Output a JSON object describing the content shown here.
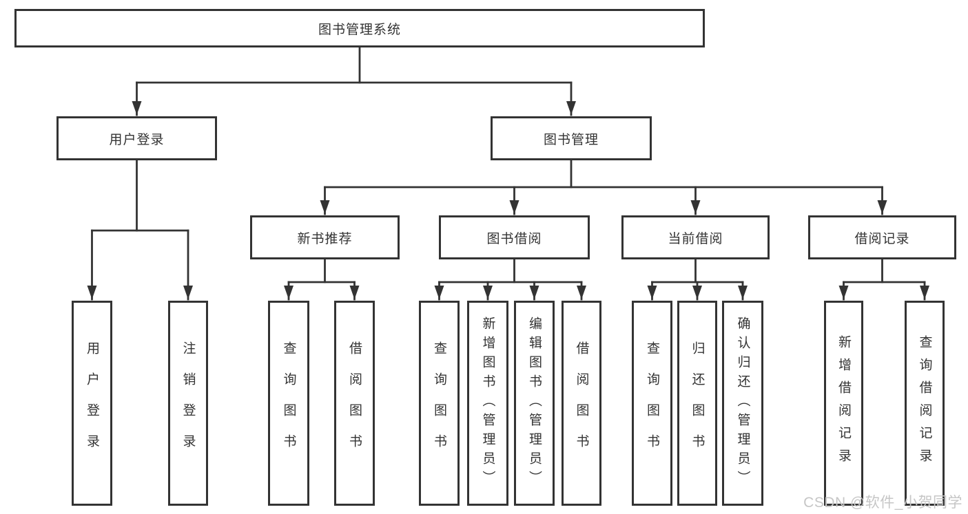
{
  "title": "图书管理系统",
  "tree": {
    "id": "system",
    "label": "图书管理系统",
    "children": [
      {
        "id": "user-login",
        "label": "用户登录",
        "children": [
          {
            "id": "login",
            "label": "用户登录"
          },
          {
            "id": "logout",
            "label": "注销登录"
          }
        ]
      },
      {
        "id": "book-manage",
        "label": "图书管理",
        "children": [
          {
            "id": "new-book-recommend",
            "label": "新书推荐",
            "children": [
              {
                "id": "nbr-query-book",
                "label": "查询图书"
              },
              {
                "id": "nbr-borrow-book",
                "label": "借阅图书"
              }
            ]
          },
          {
            "id": "book-borrow",
            "label": "图书借阅",
            "children": [
              {
                "id": "bb-query-book",
                "label": "查询图书"
              },
              {
                "id": "bb-add-book-admin",
                "label": "新增图书（管理员）"
              },
              {
                "id": "bb-edit-book-admin",
                "label": "编辑图书（管理员）"
              },
              {
                "id": "bb-borrow-book",
                "label": "借阅图书"
              }
            ]
          },
          {
            "id": "current-borrow",
            "label": "当前借阅",
            "children": [
              {
                "id": "cb-query-book",
                "label": "查询图书"
              },
              {
                "id": "cb-return-book",
                "label": "归还图书"
              },
              {
                "id": "cb-confirm-return-admin",
                "label": "确认归还（管理员）"
              }
            ]
          },
          {
            "id": "borrow-record",
            "label": "借阅记录",
            "children": [
              {
                "id": "br-add-record",
                "label": "新增借阅记录"
              },
              {
                "id": "br-query-record",
                "label": "查询借阅记录"
              }
            ]
          }
        ]
      }
    ]
  },
  "watermark": {
    "text": "CSDN @软件_小贺同学"
  },
  "colors": {
    "line": "#333333",
    "text": "#333333",
    "box_background": "#ffffff",
    "page_background": "#ffffff",
    "watermark": "#c6c6c6"
  }
}
